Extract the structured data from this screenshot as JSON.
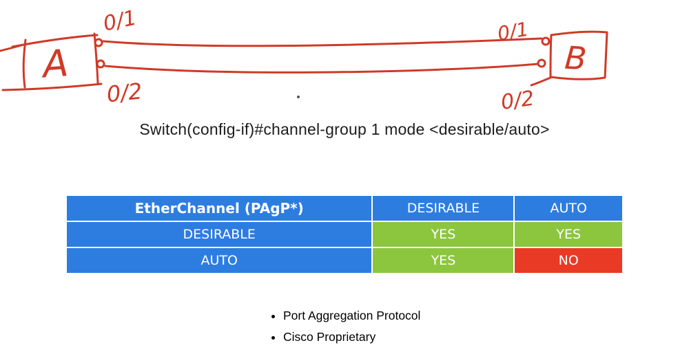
{
  "diagram": {
    "ink_color": "#cf3a27",
    "switch_a_label": "A",
    "switch_b_label": "B",
    "port_labels": {
      "a_top": "0/1",
      "a_bottom": "0/2",
      "b_top": "0/1",
      "b_bottom": "0/2"
    }
  },
  "command_line": "Switch(config-if)#channel-group 1 mode <desirable/auto>",
  "table": {
    "header": {
      "title": "EtherChannel (PAgP*)",
      "col_desirable": "DESIRABLE",
      "col_auto": "AUTO"
    },
    "rows": [
      {
        "label": "DESIRABLE",
        "desirable": "YES",
        "auto": "YES"
      },
      {
        "label": "AUTO",
        "desirable": "YES",
        "auto": "NO"
      }
    ],
    "colors": {
      "header_blue": "#2d7de1",
      "yes_green": "#8cc63e",
      "no_red": "#e93a26"
    }
  },
  "bullets": [
    "Port Aggregation Protocol",
    "Cisco Proprietary"
  ]
}
